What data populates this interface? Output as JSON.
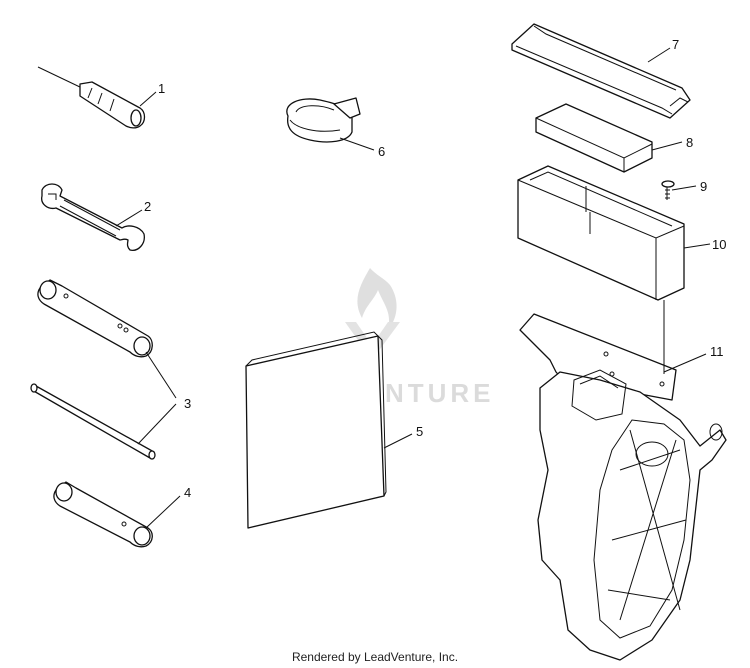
{
  "watermark": {
    "brand": "LEADVENTURE"
  },
  "callouts": [
    {
      "id": "1",
      "label": "1"
    },
    {
      "id": "2",
      "label": "2"
    },
    {
      "id": "3",
      "label": "3"
    },
    {
      "id": "4",
      "label": "4"
    },
    {
      "id": "5",
      "label": "5"
    },
    {
      "id": "6",
      "label": "6"
    },
    {
      "id": "7",
      "label": "7"
    },
    {
      "id": "8",
      "label": "8"
    },
    {
      "id": "9",
      "label": "9"
    },
    {
      "id": "10",
      "label": "10"
    },
    {
      "id": "11",
      "label": "11"
    }
  ],
  "footer": {
    "text": "Rendered by LeadVenture, Inc."
  }
}
